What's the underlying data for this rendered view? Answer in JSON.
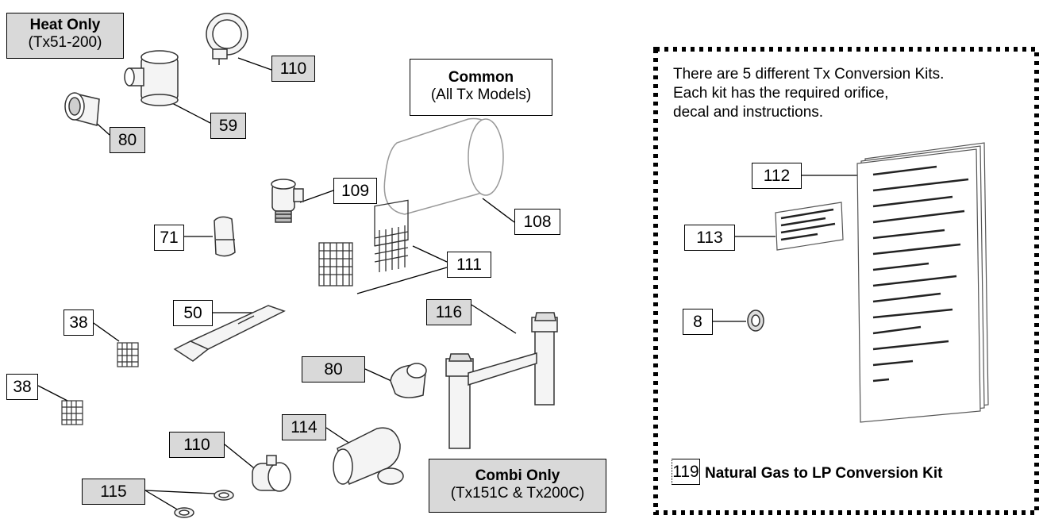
{
  "callouts": {
    "heat_only": {
      "title": "Heat Only",
      "sub": "(Tx51-200)"
    },
    "common": {
      "title": "Common",
      "sub": "(All Tx Models)"
    },
    "combi_only": {
      "title": "Combi Only",
      "sub": "(Tx151C & Tx200C)"
    }
  },
  "labels": {
    "l110a": "110",
    "l59": "59",
    "l80a": "80",
    "l109": "109",
    "l108": "108",
    "l71": "71",
    "l111": "111",
    "l50": "50",
    "l38a": "38",
    "l38b": "38",
    "l116": "116",
    "l80b": "80",
    "l114": "114",
    "l110b": "110",
    "l115": "115",
    "l112": "112",
    "l113": "113",
    "l8": "8",
    "l119": "119"
  },
  "kit": {
    "note": [
      "There are 5 different Tx Conversion Kits.",
      "Each kit has the required orifice,",
      "decal and instructions."
    ],
    "title": "Natural Gas to LP Conversion Kit"
  },
  "colors": {
    "callout_fill": "#d9d9d9",
    "line": "#000000",
    "part_outline": "#333333"
  }
}
